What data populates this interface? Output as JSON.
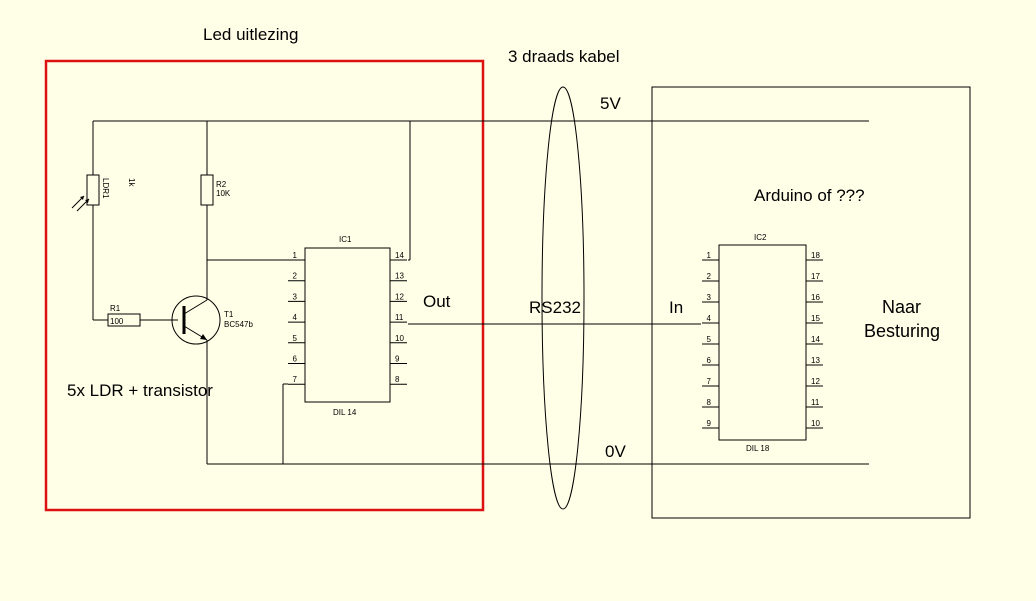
{
  "labels": {
    "led_uitlezing": "Led uitlezing",
    "kabel": "3 draads kabel",
    "v5": "5V",
    "v0": "0V",
    "arduino": "Arduino of ???",
    "out": "Out",
    "in": "In",
    "rs232": "RS232",
    "naar": "Naar",
    "besturing": "Besturing",
    "ldr_transistor": "5x LDR + transistor"
  },
  "components": {
    "ldr1": {
      "name": "LDR1",
      "value": "1k"
    },
    "r2": {
      "name": "R2",
      "value": "10K"
    },
    "r1": {
      "name": "R1",
      "value": "100"
    },
    "t1": {
      "name": "T1",
      "value": "BC547b"
    },
    "ic1": {
      "name": "IC1",
      "package": "DIL 14",
      "left_pins": [
        "1",
        "2",
        "3",
        "4",
        "5",
        "6",
        "7"
      ],
      "right_pins": [
        "14",
        "13",
        "12",
        "11",
        "10",
        "9",
        "8"
      ]
    },
    "ic2": {
      "name": "IC2",
      "package": "DIL 18",
      "left_pins": [
        "1",
        "2",
        "3",
        "4",
        "5",
        "6",
        "7",
        "8",
        "9"
      ],
      "right_pins": [
        "18",
        "17",
        "16",
        "15",
        "14",
        "13",
        "12",
        "11",
        "10"
      ]
    }
  },
  "colors": {
    "background": "#ffffe8",
    "highlight_box": "#dd1111",
    "wire": "#000000"
  }
}
